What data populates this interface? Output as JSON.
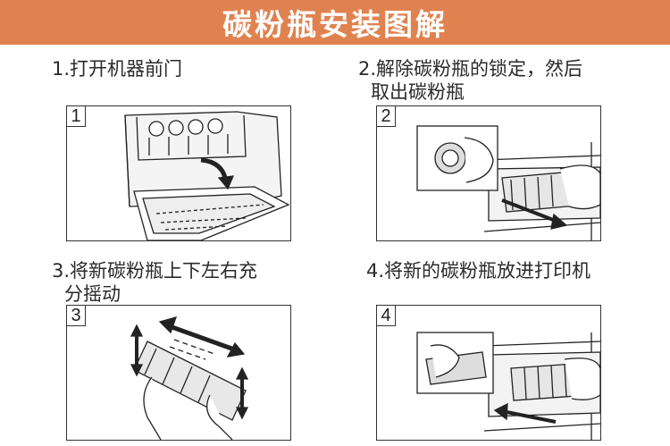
{
  "title": "碳粉瓶安装图解",
  "accent_color": "#e08250",
  "steps": [
    {
      "number": "1",
      "caption_lines": [
        "1.打开机器前门"
      ],
      "illustration": "printer-front-door-open"
    },
    {
      "number": "2",
      "caption_lines": [
        "2.解除碳粉瓶的锁定，然后",
        "取出碳粉瓶"
      ],
      "illustration": "toner-bottle-unlock-remove"
    },
    {
      "number": "3",
      "caption_lines": [
        "3.将新碳粉瓶上下左右充",
        "分摇动"
      ],
      "illustration": "toner-bottle-shake"
    },
    {
      "number": "4",
      "caption_lines": [
        "4.将新的碳粉瓶放进打印机"
      ],
      "illustration": "toner-bottle-insert"
    }
  ]
}
